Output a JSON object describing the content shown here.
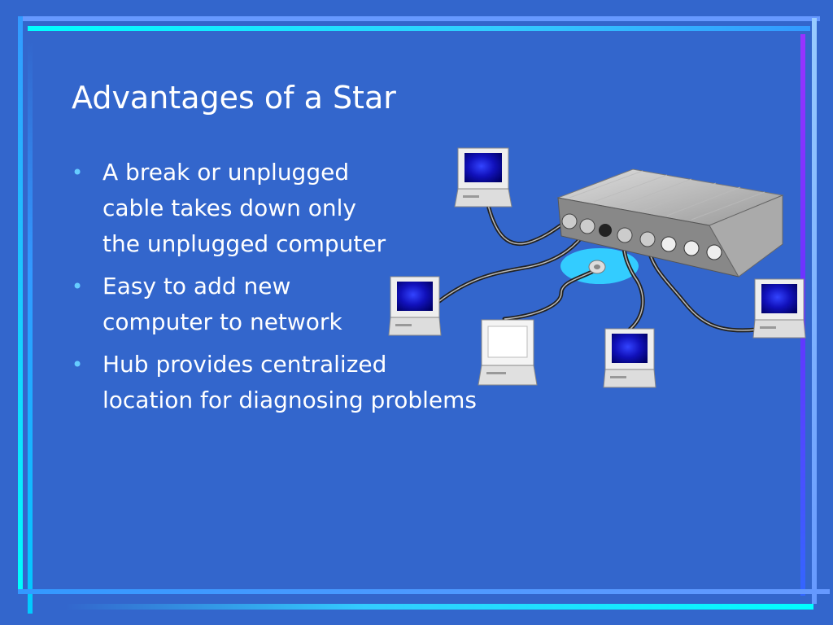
{
  "slide": {
    "title": "Advantages of a Star",
    "bullets": [
      {
        "lines": [
          "A break or unplugged",
          "cable takes down only",
          "the unplugged computer"
        ]
      },
      {
        "lines": [
          "Easy to add new",
          "computer to network"
        ]
      },
      {
        "lines": [
          "Hub provides centralized",
          "location for diagnosing problems"
        ]
      }
    ],
    "bullet_glyph": "•"
  },
  "colors": {
    "background": "#3366CC",
    "bullet": "#66CCFF",
    "accent_cyan": "#00FFFF",
    "accent_violet": "#9933FF"
  },
  "illustration": {
    "icons": [
      "network-hub-icon",
      "computer-icon",
      "computer-icon",
      "terminal-icon",
      "computer-icon",
      "computer-icon"
    ]
  }
}
